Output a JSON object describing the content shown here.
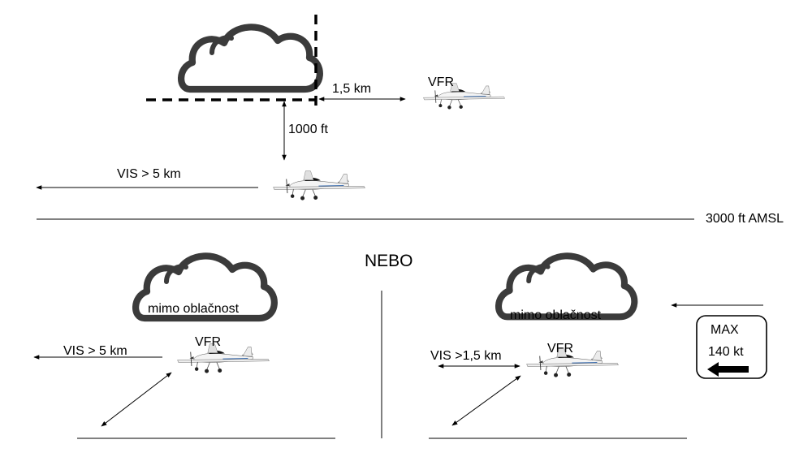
{
  "top_section": {
    "separation_label": "1,5 km",
    "vertical_label": "1000 ft",
    "aircraft_label": "VFR",
    "visibility_label": "VIS > 5 km"
  },
  "altitude_line_label": "3000 ft AMSL",
  "or_label": "NEBO",
  "left_panel": {
    "cloud_label": "mimo oblačnost",
    "aircraft_label": "VFR",
    "visibility_label": "VIS > 5 km"
  },
  "right_panel": {
    "cloud_label": "mimo oblačnost",
    "aircraft_label": "VFR",
    "visibility_label": "VIS >1,5 km",
    "speed_sign": {
      "line1": "MAX",
      "line2": "140 kt"
    }
  }
}
